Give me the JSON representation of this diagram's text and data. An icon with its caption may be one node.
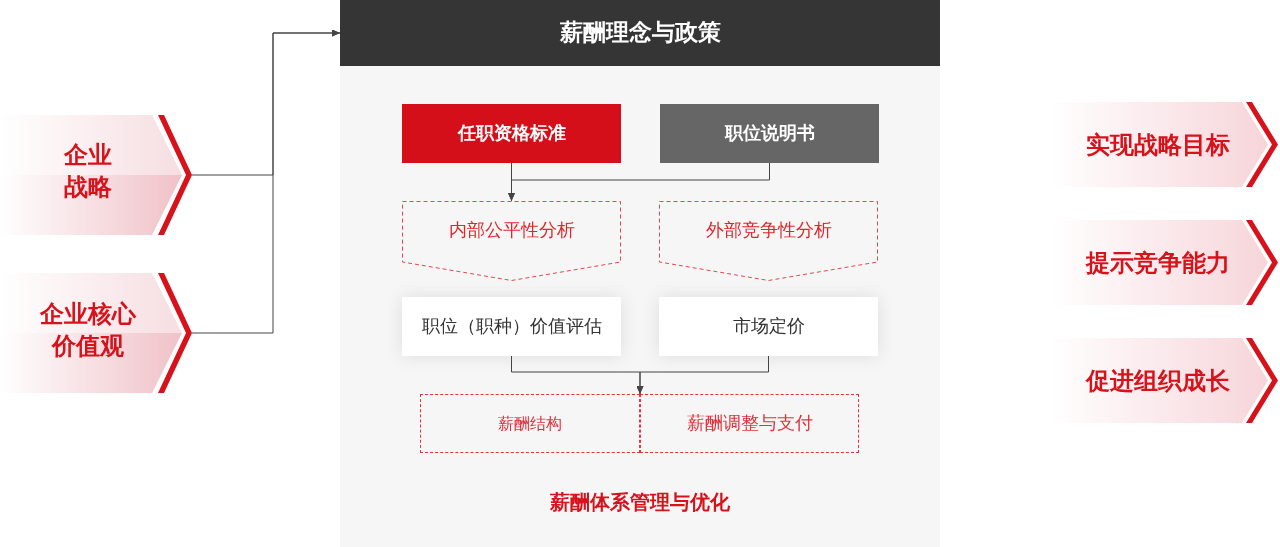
{
  "diagram": {
    "nodes": [
      {
        "text": [
          "企业战略"
        ]
      },
      {
        "text": [
          "企业核心价值观"
        ]
      },
      {
        "text": [
          "薪酬体系管理与优化"
        ]
      },
      {
        "text": [
          "薪酬理念与政策"
        ],
        "in": 2
      },
      {
        "text": [
          "任职资格标准"
        ],
        "in": 2
      },
      {
        "text": [
          "职位说明书"
        ],
        "in": 2
      },
      {
        "text": [
          "内部公平性分析"
        ],
        "in": 2
      },
      {
        "text": [
          "外部竞争性分析"
        ],
        "in": 2
      },
      {
        "text": [
          "职位（职种）价值评估"
        ],
        "in": 2
      },
      {
        "text": [
          "市场定价"
        ],
        "in": 2
      },
      {
        "text": [
          "薪酬结构"
        ],
        "in": 2
      },
      {
        "text": [
          "薪酬调整与支付"
        ],
        "in": 2
      },
      {
        "text": [
          "实现战略目标"
        ]
      },
      {
        "text": [
          "提示竞争能力"
        ]
      },
      {
        "text": [
          "促进组织成长"
        ]
      }
    ],
    "edges": [
      {
        "from": 0,
        "to": 3,
        "arrow": "to"
      },
      {
        "from": 1,
        "to": 3,
        "arrow": "to"
      },
      {
        "from": 4,
        "to": 6,
        "arrow": "to"
      },
      {
        "from": 5,
        "to": 6,
        "arrow": "to"
      },
      {
        "from": 8,
        "to": 10,
        "arrow": "to"
      },
      {
        "from": 8,
        "to": 11,
        "arrow": "to"
      },
      {
        "from": 9,
        "to": 10,
        "arrow": "to"
      },
      {
        "from": 9,
        "to": 11,
        "arrow": "to"
      }
    ]
  }
}
